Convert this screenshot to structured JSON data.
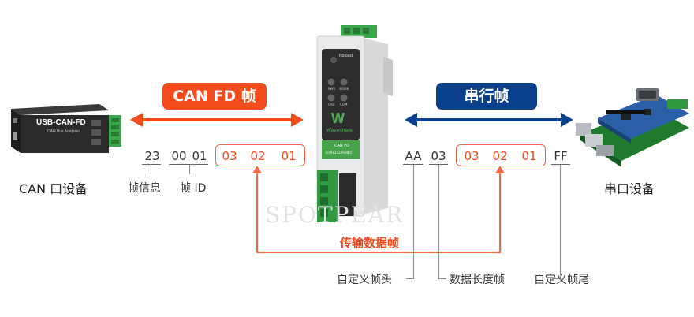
{
  "pills": {
    "canfd": "CAN FD 帧",
    "serial": "串行帧"
  },
  "colors": {
    "canfd_accent": "#f24c1c",
    "serial_accent": "#0a3f8c"
  },
  "left_device": {
    "caption": "CAN 口设备",
    "front_text": "USB-CAN-FD",
    "sub_text": "CAN Bus Analyzer"
  },
  "right_device": {
    "caption": "串口设备"
  },
  "center_device": {
    "brand": "Waveshare",
    "reset": "Reload",
    "leds": [
      "PWR",
      "WORK",
      "CAN",
      "COM"
    ],
    "label_line1": "CAN FD",
    "label_line2": "TO RS232/RS485"
  },
  "canfd_frame": {
    "info_byte": "23",
    "id_bytes": [
      "00",
      "01"
    ],
    "data_bytes": [
      "03",
      "02",
      "01"
    ],
    "info_label": "帧信息",
    "id_label": "帧 ID"
  },
  "serial_frame": {
    "head_byte": "AA",
    "len_byte": "03",
    "data_bytes": [
      "03",
      "02",
      "01"
    ],
    "tail_byte": "FF"
  },
  "annotations": {
    "transfer": "传输数据帧",
    "custom_head": "自定义帧头",
    "length": "数据长度帧",
    "custom_tail": "自定义帧尾"
  },
  "watermark": "SPOTPEAR"
}
